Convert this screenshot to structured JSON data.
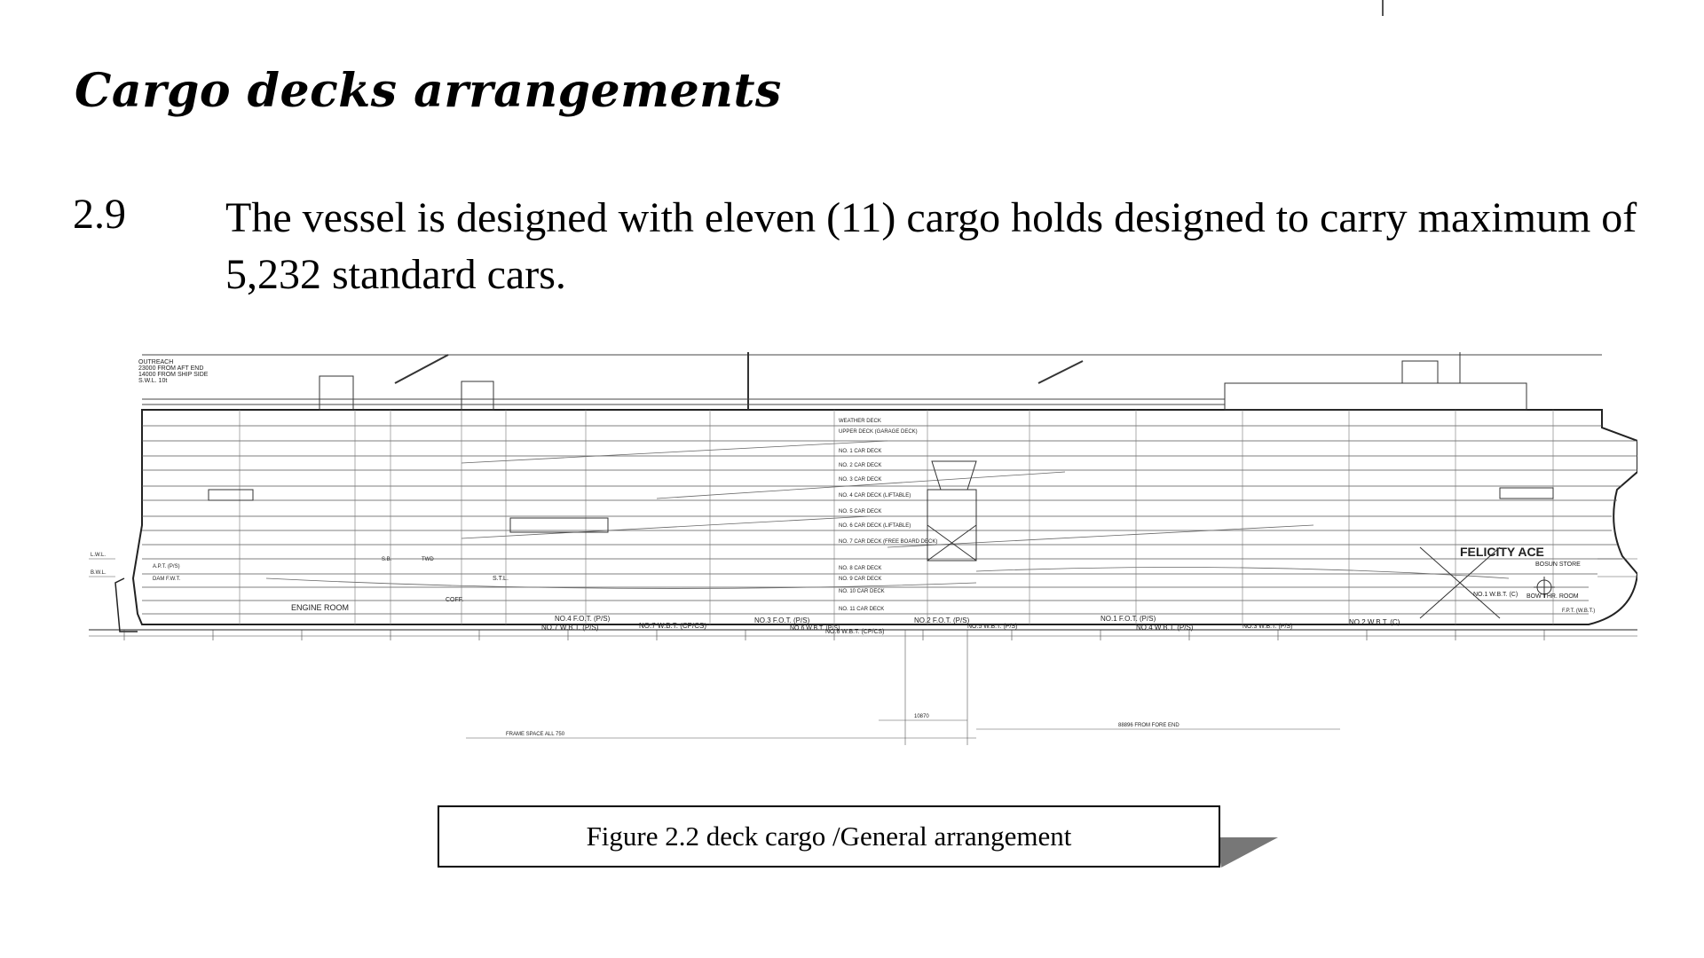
{
  "document": {
    "heading": "Cargo decks arrangements",
    "paragraph": {
      "number": "2.9",
      "text": "The vessel is designed with eleven (11) cargo holds designed to carry maximum of 5,232 standard cars."
    },
    "figure_caption": "Figure 2.2 deck cargo /General arrangement"
  },
  "drawing": {
    "ship_name": "FELICITY ACE",
    "top_left_note": [
      "OUTREACH",
      "23000 FROM AFT END",
      "14000 FROM SHIP SIDE",
      "S.W.L. 10t"
    ],
    "deck_labels": [
      "WEATHER DECK",
      "UPPER DECK (GARAGE DECK)",
      "NO. 1 CAR DECK",
      "NO. 2 CAR DECK",
      "NO. 3 CAR DECK",
      "NO. 4 CAR DECK (LIFTABLE)",
      "NO. 5 CAR DECK",
      "NO. 6 CAR DECK (LIFTABLE)",
      "NO. 7 CAR DECK (FREE BOARD DECK)",
      "NO. 8 CAR DECK",
      "NO. 9 CAR DECK",
      "NO. 10 CAR DECK",
      "NO. 11 CAR DECK"
    ],
    "compartments": [
      "ENGINE ROOM",
      "A.P.T. (P/S)",
      "DAM F.W.T.",
      "COFF.",
      "NO.4 F.O.T. (P/S)",
      "NO.7 W.B.T. (P/S)",
      "NO.7 W.B.T. (CP/CS)",
      "NO.3 F.O.T. (P/S)",
      "NO.6 W.B.T. (P/S)",
      "NO.6 W.B.T. (CP/CS)",
      "NO.2 F.O.T. (P/S)",
      "NO.5 W.B.T. (P/S)",
      "NO.1 F.O.T. (P/S)",
      "NO.4 W.B.T. (P/S)",
      "NO.3 W.B.T. (P/S)",
      "NO.2 W.B.T. (C)",
      "NO.1 W.B.T. (C)",
      "BOSUN STORE",
      "BOW THR. ROOM",
      "F.P.T. (W.B.T.)",
      "S.T.L.",
      "S.B.",
      "TWD"
    ],
    "waterline_labels": [
      "L.W.L.",
      "B.W.L."
    ],
    "dimension_labels": [
      "FRAME SPACE ALL 750",
      "10870",
      "88896 FROM FORE END"
    ]
  },
  "colors": {
    "text": "#000000",
    "drawing_line": "#333333",
    "caption_shadow": "#777777"
  }
}
